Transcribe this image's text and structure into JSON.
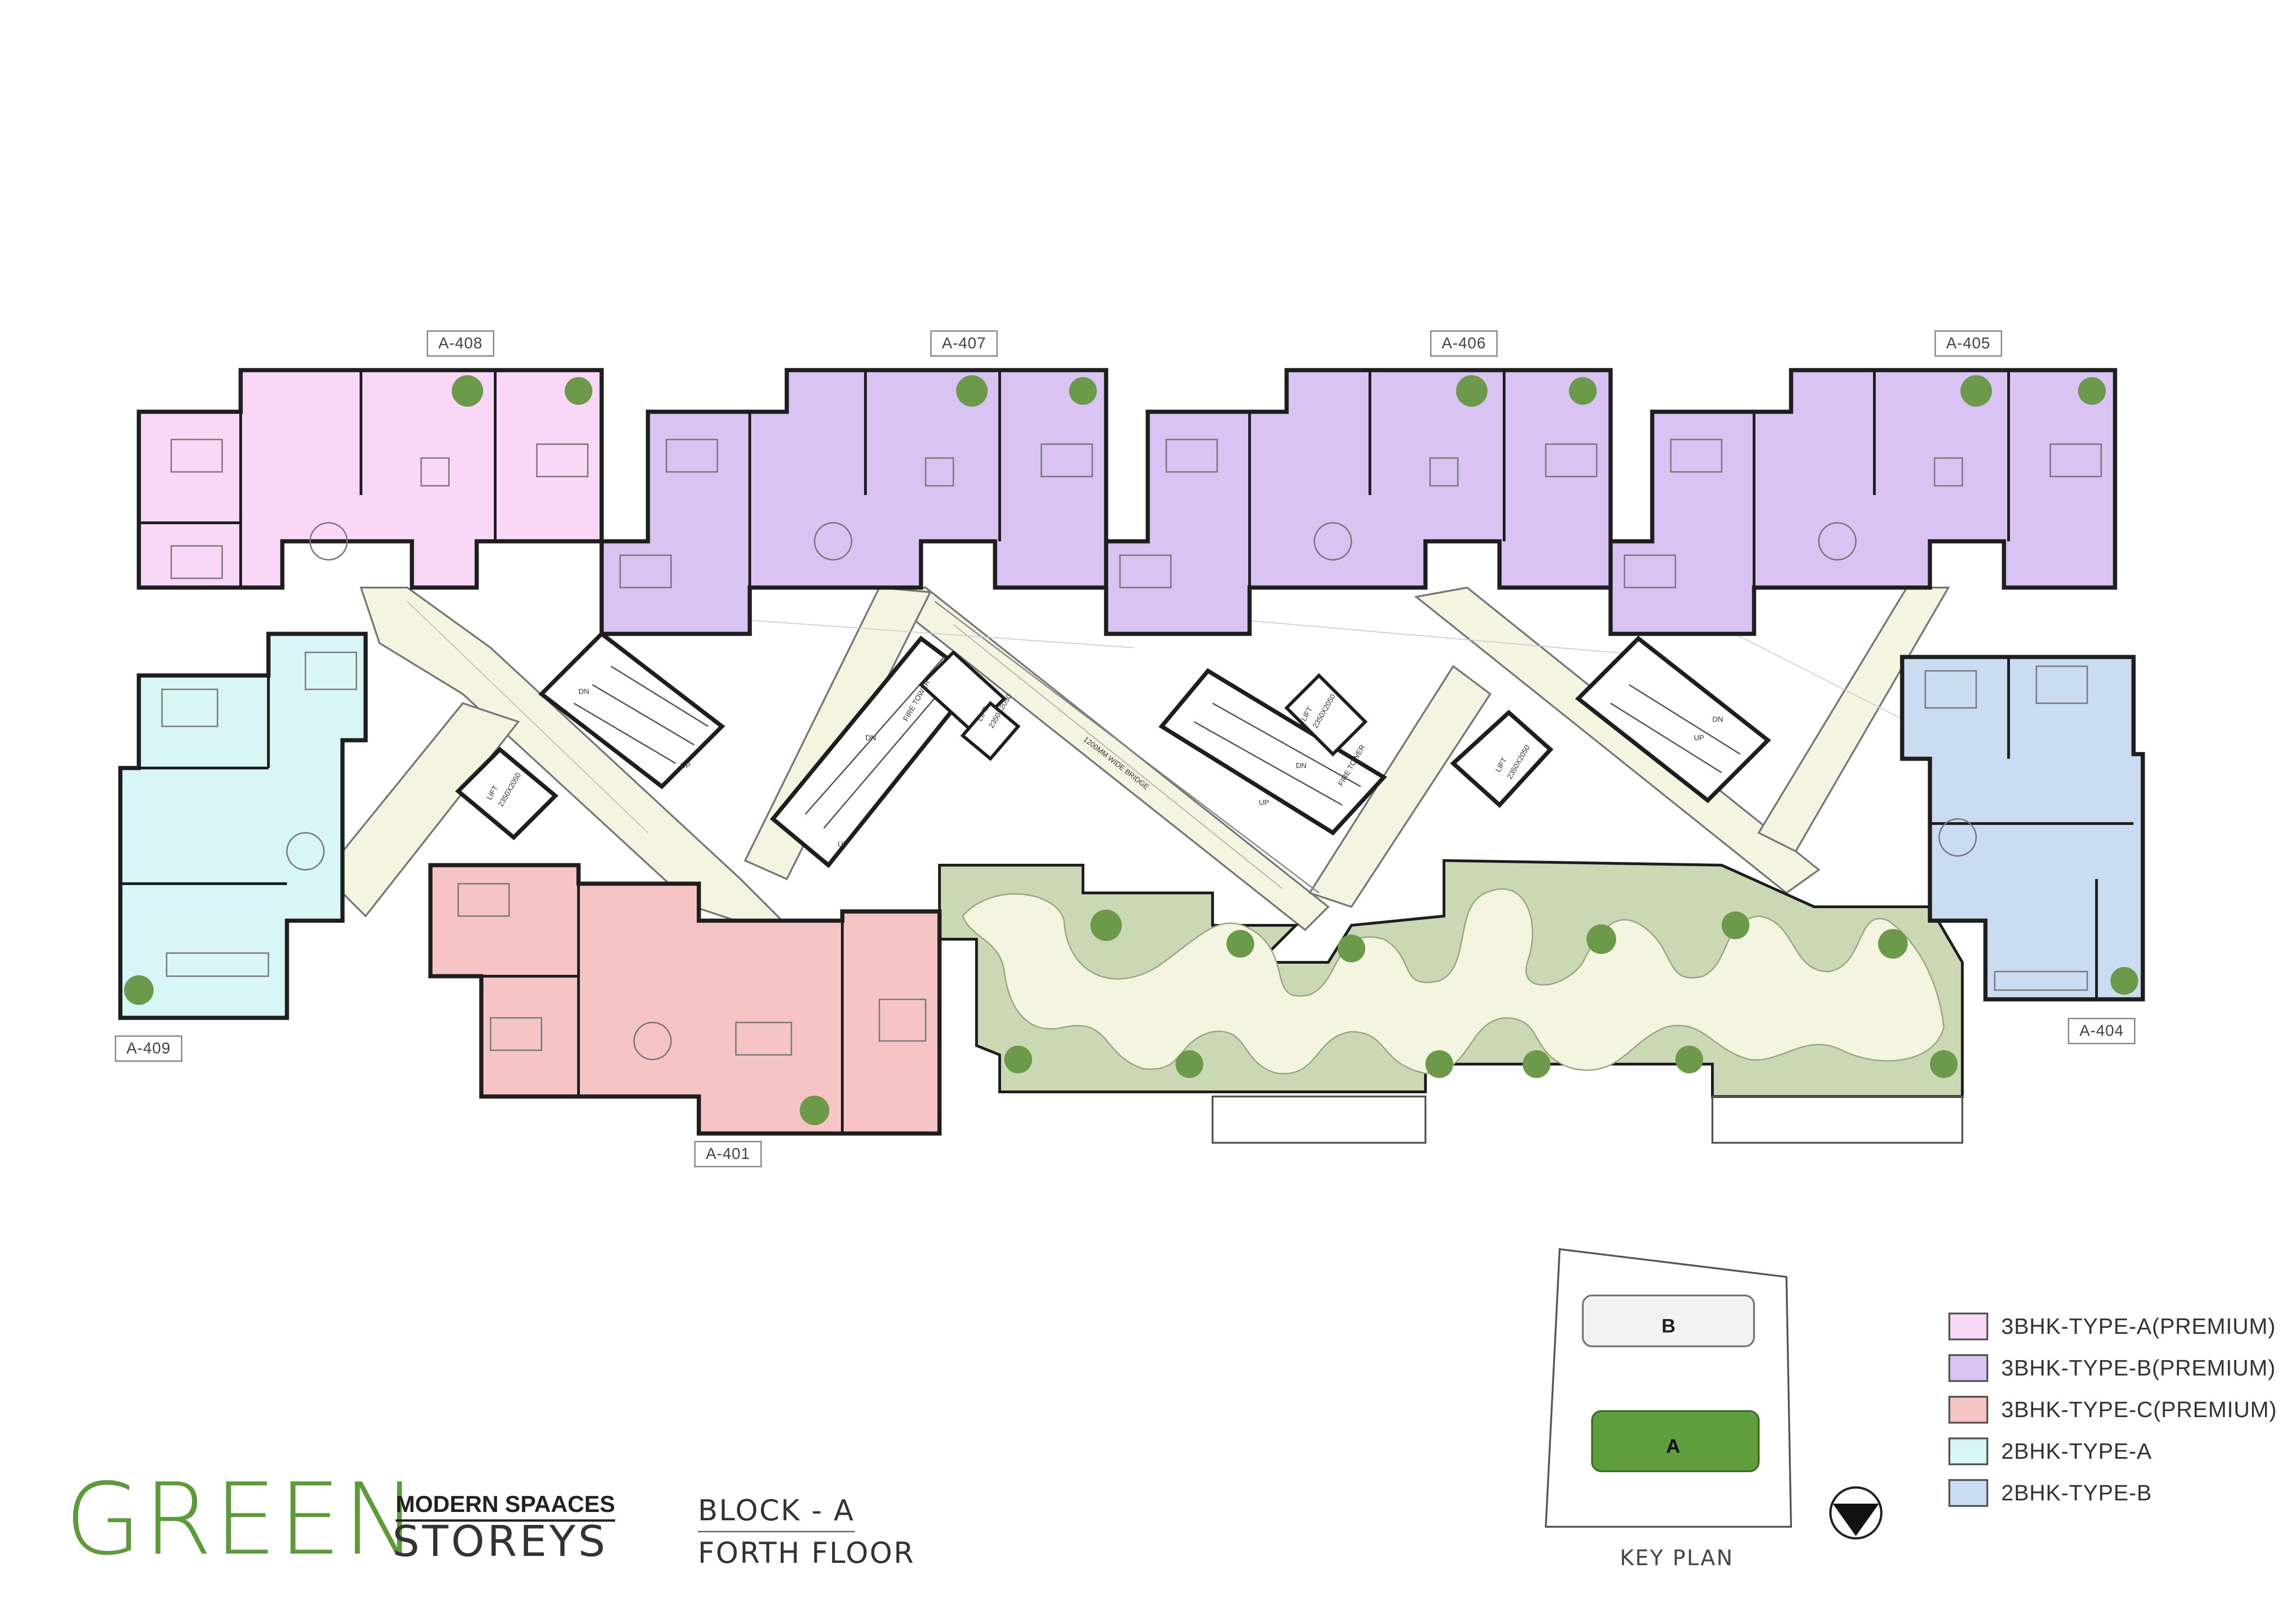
{
  "colors": {
    "type_3bhk_a": "#f8d8f6",
    "type_3bhk_b": "#d8c3f2",
    "type_3bhk_c": "#f6c4c4",
    "type_2bhk_a": "#d8f6f6",
    "type_2bhk_b": "#c9dcf2",
    "corridor": "#f4f5e1",
    "garden": "#cad8b4",
    "wall": "#1e1e1e",
    "tree": "#6c9a4a",
    "key_block_a": "#5e9e3c"
  },
  "units": [
    {
      "label": "A-408",
      "type": "3BHK-TYPE-A(PREMIUM)"
    },
    {
      "label": "A-407",
      "type": "3BHK-TYPE-B(PREMIUM)"
    },
    {
      "label": "A-406",
      "type": "3BHK-TYPE-B(PREMIUM)"
    },
    {
      "label": "A-405",
      "type": "3BHK-TYPE-B(PREMIUM)"
    },
    {
      "label": "A-404",
      "type": "2BHK-TYPE-B"
    },
    {
      "label": "A-409",
      "type": "2BHK-TYPE-A"
    },
    {
      "label": "A-401",
      "type": "3BHK-TYPE-C(PREMIUM)"
    }
  ],
  "plan_labels": {
    "fire_tower": "FIRE TOWER",
    "lift": "LIFT",
    "lift_size": "2350X2050",
    "bridge": "1200MM WIDE BRIDGE",
    "up": "UP",
    "dn": "DN"
  },
  "legend": [
    {
      "label": "3BHK-TYPE-A(PREMIUM)",
      "color": "#f8d8f6"
    },
    {
      "label": "3BHK-TYPE-B(PREMIUM)",
      "color": "#d8c3f2"
    },
    {
      "label": "3BHK-TYPE-C(PREMIUM)",
      "color": "#f6c4c4"
    },
    {
      "label": "2BHK-TYPE-A",
      "color": "#d8f6f6"
    },
    {
      "label": "2BHK-TYPE-B",
      "color": "#c9dcf2"
    }
  ],
  "brand": {
    "name": "GREEN",
    "tagline": "MODERN SPAACES",
    "suffix": "STOREYS"
  },
  "block_title": "BLOCK - A",
  "floor_title": "FORTH FLOOR",
  "key_plan": {
    "title": "KEY PLAN",
    "block_a": "A",
    "block_b": "B"
  }
}
